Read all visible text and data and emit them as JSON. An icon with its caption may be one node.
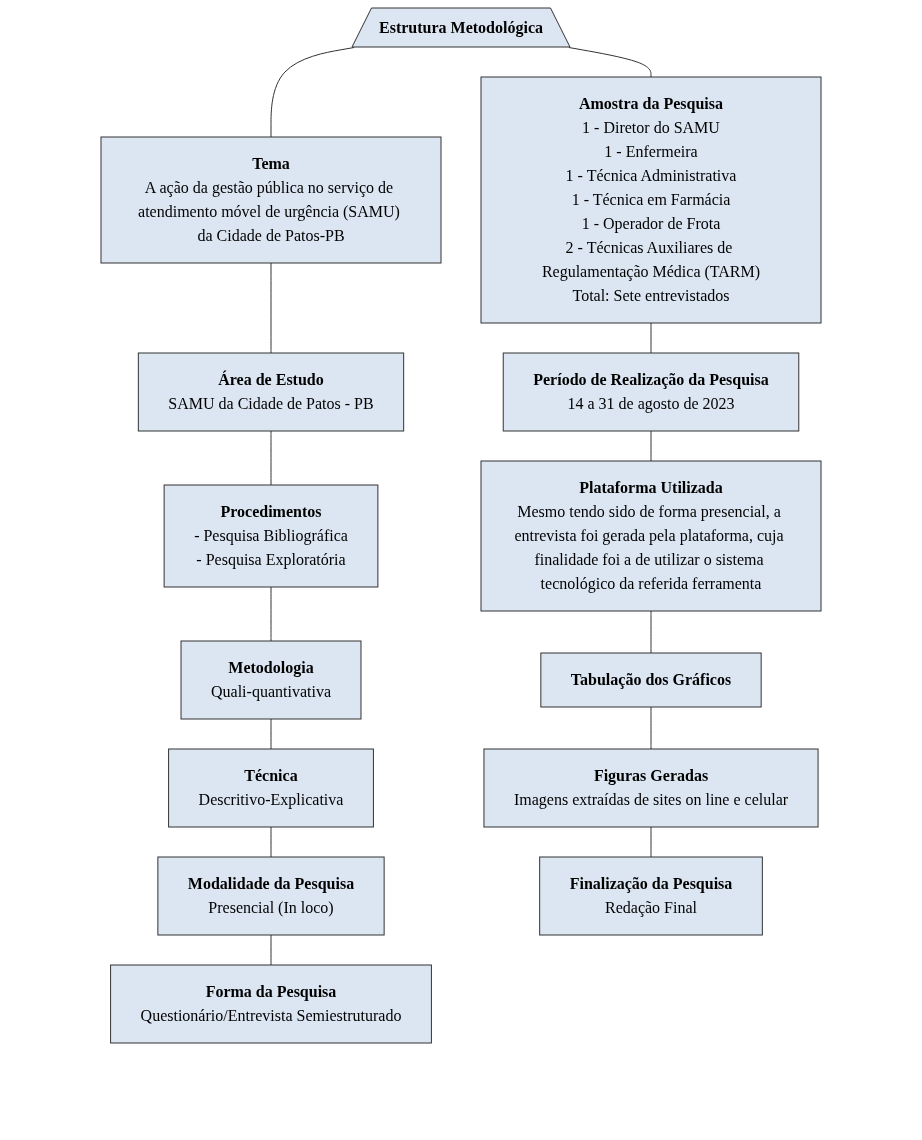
{
  "diagram": {
    "nodes": [
      {
        "text": [
          "Estrutura Metodológica"
        ]
      },
      {
        "text": [
          "Tema",
          "A ação da gestão pública no serviço de atendimento móvel de urgência (SAMU) da Cidade de Patos-PB"
        ]
      },
      {
        "text": [
          "Área de Estudo",
          "SAMU da Cidade de Patos - PB"
        ]
      },
      {
        "text": [
          "Procedimentos",
          "- Pesquisa Bibliográfica",
          "- Pesquisa Exploratória"
        ]
      },
      {
        "text": [
          "Metodologia",
          "Quali-quantivativa"
        ]
      },
      {
        "text": [
          "Técnica",
          "Descritivo-Explicativa"
        ]
      },
      {
        "text": [
          "Modalidade da Pesquisa",
          "Presencial (In loco)"
        ]
      },
      {
        "text": [
          "Forma da Pesquisa",
          "Questionário/Entrevista Semiestruturado"
        ]
      },
      {
        "text": [
          "Amostra da Pesquisa",
          "1 - Diretor do SAMU",
          "1 - Enfermeira",
          "1 - Técnica Administrativa",
          "1 - Técnica em Farmácia",
          "1 - Operador de Frota",
          "2 - Técnicas Auxiliares de Regulamentação Médica (TARM)",
          "Total: Sete entrevistados"
        ]
      },
      {
        "text": [
          "Período de Realização da Pesquisa",
          "14 a 31 de agosto de 2023"
        ]
      },
      {
        "text": [
          "Plataforma Utilizada",
          "Mesmo tendo sido de forma presencial, a entrevista foi gerada pela plataforma, cuja finalidade foi a de utilizar o sistema tecnológico da referida ferramenta"
        ]
      },
      {
        "text": [
          "Tabulação dos Gráficos"
        ]
      },
      {
        "text": [
          "Figuras Geradas",
          "Imagens extraídas de sites on line e celular"
        ]
      },
      {
        "text": [
          "Finalização da Pesquisa",
          "Redação Final"
        ]
      }
    ],
    "edges": [
      {
        "from": 0,
        "to": 1,
        "arrow": "none"
      },
      {
        "from": 0,
        "to": 8,
        "arrow": "none"
      },
      {
        "from": 1,
        "to": 2,
        "arrow": "none"
      },
      {
        "from": 2,
        "to": 3,
        "arrow": "none"
      },
      {
        "from": 3,
        "to": 4,
        "arrow": "none"
      },
      {
        "from": 4,
        "to": 5,
        "arrow": "none"
      },
      {
        "from": 5,
        "to": 6,
        "arrow": "none"
      },
      {
        "from": 6,
        "to": 7,
        "arrow": "none"
      },
      {
        "from": 8,
        "to": 9,
        "arrow": "none"
      },
      {
        "from": 9,
        "to": 10,
        "arrow": "none"
      },
      {
        "from": 10,
        "to": 11,
        "arrow": "none"
      },
      {
        "from": 11,
        "to": 12,
        "arrow": "none"
      },
      {
        "from": 12,
        "to": 13,
        "arrow": "none"
      }
    ]
  }
}
